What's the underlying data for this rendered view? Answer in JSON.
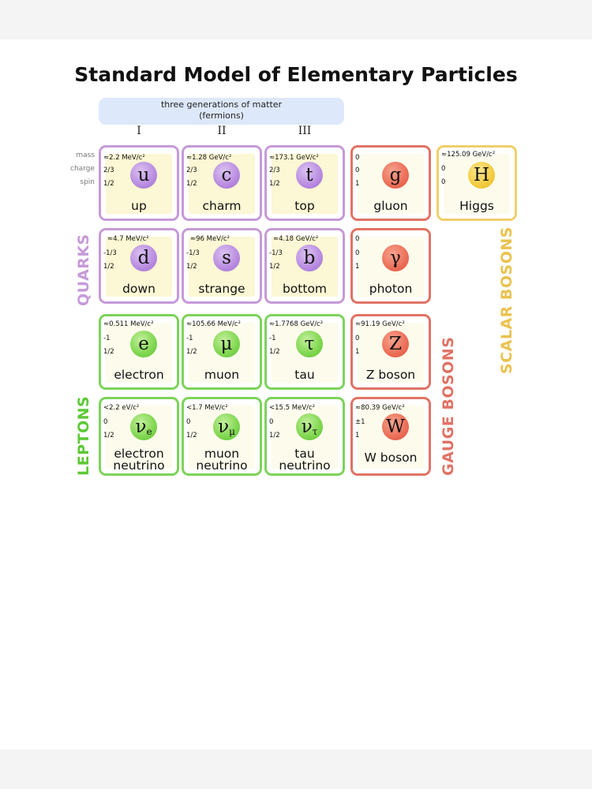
{
  "title": "Standard Model of Elementary Particles",
  "generations": {
    "header_line1": "three generations of matter",
    "header_line2": "(fermions)",
    "numerals": [
      "I",
      "II",
      "III"
    ]
  },
  "row_labels": {
    "mass": "mass",
    "charge": "charge",
    "spin": "spin"
  },
  "group_labels": {
    "quarks": "QUARKS",
    "leptons": "LEPTONS",
    "gauge_bosons": "GAUGE BOSONS",
    "scalar_bosons": "SCALAR BOSONS"
  },
  "colors": {
    "quark_border": "#c69ad8",
    "lepton_border": "#7dd35b",
    "gauge_border": "#e07366",
    "scalar_border": "#efd06a",
    "quark_label": "#c69ad8",
    "lepton_label": "#5cc936",
    "gauge_label": "#e07366",
    "scalar_label": "#eac24f"
  },
  "particles": {
    "up": {
      "mass": "≈2.2 MeV/c²",
      "charge": "2/3",
      "spin": "1/2",
      "symbol": "u",
      "name": "up"
    },
    "charm": {
      "mass": "≈1.28 GeV/c²",
      "charge": "2/3",
      "spin": "1/2",
      "symbol": "c",
      "name": "charm"
    },
    "top": {
      "mass": "≈173.1 GeV/c²",
      "charge": "2/3",
      "spin": "1/2",
      "symbol": "t",
      "name": "top"
    },
    "gluon": {
      "mass": "0",
      "charge": "0",
      "spin": "1",
      "symbol": "g",
      "name": "gluon"
    },
    "higgs": {
      "mass": "≈125.09 GeV/c²",
      "charge": "0",
      "spin": "0",
      "symbol": "H",
      "name": "Higgs"
    },
    "down": {
      "mass": "≈4.7 MeV/c²",
      "charge": "-1/3",
      "spin": "1/2",
      "symbol": "d",
      "name": "down"
    },
    "strange": {
      "mass": "≈96 MeV/c²",
      "charge": "-1/3",
      "spin": "1/2",
      "symbol": "s",
      "name": "strange"
    },
    "bottom": {
      "mass": "≈4.18 GeV/c²",
      "charge": "-1/3",
      "spin": "1/2",
      "symbol": "b",
      "name": "bottom"
    },
    "photon": {
      "mass": "0",
      "charge": "0",
      "spin": "1",
      "symbol": "γ",
      "name": "photon"
    },
    "electron": {
      "mass": "≈0.511 MeV/c²",
      "charge": "-1",
      "spin": "1/2",
      "symbol": "e",
      "name": "electron"
    },
    "muon": {
      "mass": "≈105.66 MeV/c²",
      "charge": "-1",
      "spin": "1/2",
      "symbol": "μ",
      "name": "muon"
    },
    "tau": {
      "mass": "≈1.7768 GeV/c²",
      "charge": "-1",
      "spin": "1/2",
      "symbol": "τ",
      "name": "tau"
    },
    "z_boson": {
      "mass": "≈91.19 GeV/c²",
      "charge": "0",
      "spin": "1",
      "symbol": "Z",
      "name": "Z boson"
    },
    "electron_neutrino": {
      "mass": "<2.2 eV/c²",
      "charge": "0",
      "spin": "1/2",
      "symbol": "ν",
      "symbol_sub": "e",
      "name_line1": "electron",
      "name_line2": "neutrino"
    },
    "muon_neutrino": {
      "mass": "<1.7 MeV/c²",
      "charge": "0",
      "spin": "1/2",
      "symbol": "ν",
      "symbol_sub": "μ",
      "name_line1": "muon",
      "name_line2": "neutrino"
    },
    "tau_neutrino": {
      "mass": "<15.5 MeV/c²",
      "charge": "0",
      "spin": "1/2",
      "symbol": "ν",
      "symbol_sub": "τ",
      "name_line1": "tau",
      "name_line2": "neutrino"
    },
    "w_boson": {
      "mass": "≈80.39 GeV/c²",
      "charge": "±1",
      "spin": "1",
      "symbol": "W",
      "name": "W boson"
    }
  }
}
